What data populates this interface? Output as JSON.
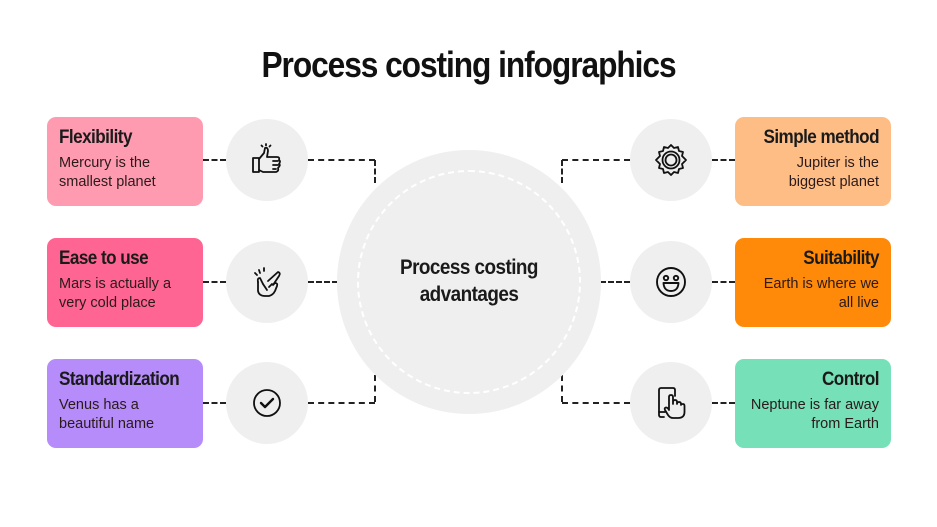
{
  "title": "Process costing infographics",
  "center": {
    "line1": "Process costing",
    "line2": "advantages",
    "color": "#efefef"
  },
  "items": [
    {
      "side": "left",
      "title": "Flexibility",
      "description": "Mercury is the smallest planet",
      "color": "#ff9bb1",
      "icon": "thumbs-up-icon"
    },
    {
      "side": "left",
      "title": "Ease to use",
      "description": "Mars is actually a very cold place",
      "color": "#ff6592",
      "icon": "finger-snap-icon"
    },
    {
      "side": "left",
      "title": "Standardization",
      "description": "Venus has a beautiful name",
      "color": "#b58cf9",
      "icon": "check-circle-icon"
    },
    {
      "side": "right",
      "title": "Simple method",
      "description": "Jupiter is the biggest planet",
      "color": "#ffbd86",
      "icon": "gear-icon"
    },
    {
      "side": "right",
      "title": "Suitability",
      "description": "Earth is where we all live",
      "color": "#ff8a0a",
      "icon": "smiley-face-icon"
    },
    {
      "side": "right",
      "title": "Control",
      "description": "Neptune is far away from Earth",
      "color": "#76e0b8",
      "icon": "touch-phone-icon"
    }
  ]
}
